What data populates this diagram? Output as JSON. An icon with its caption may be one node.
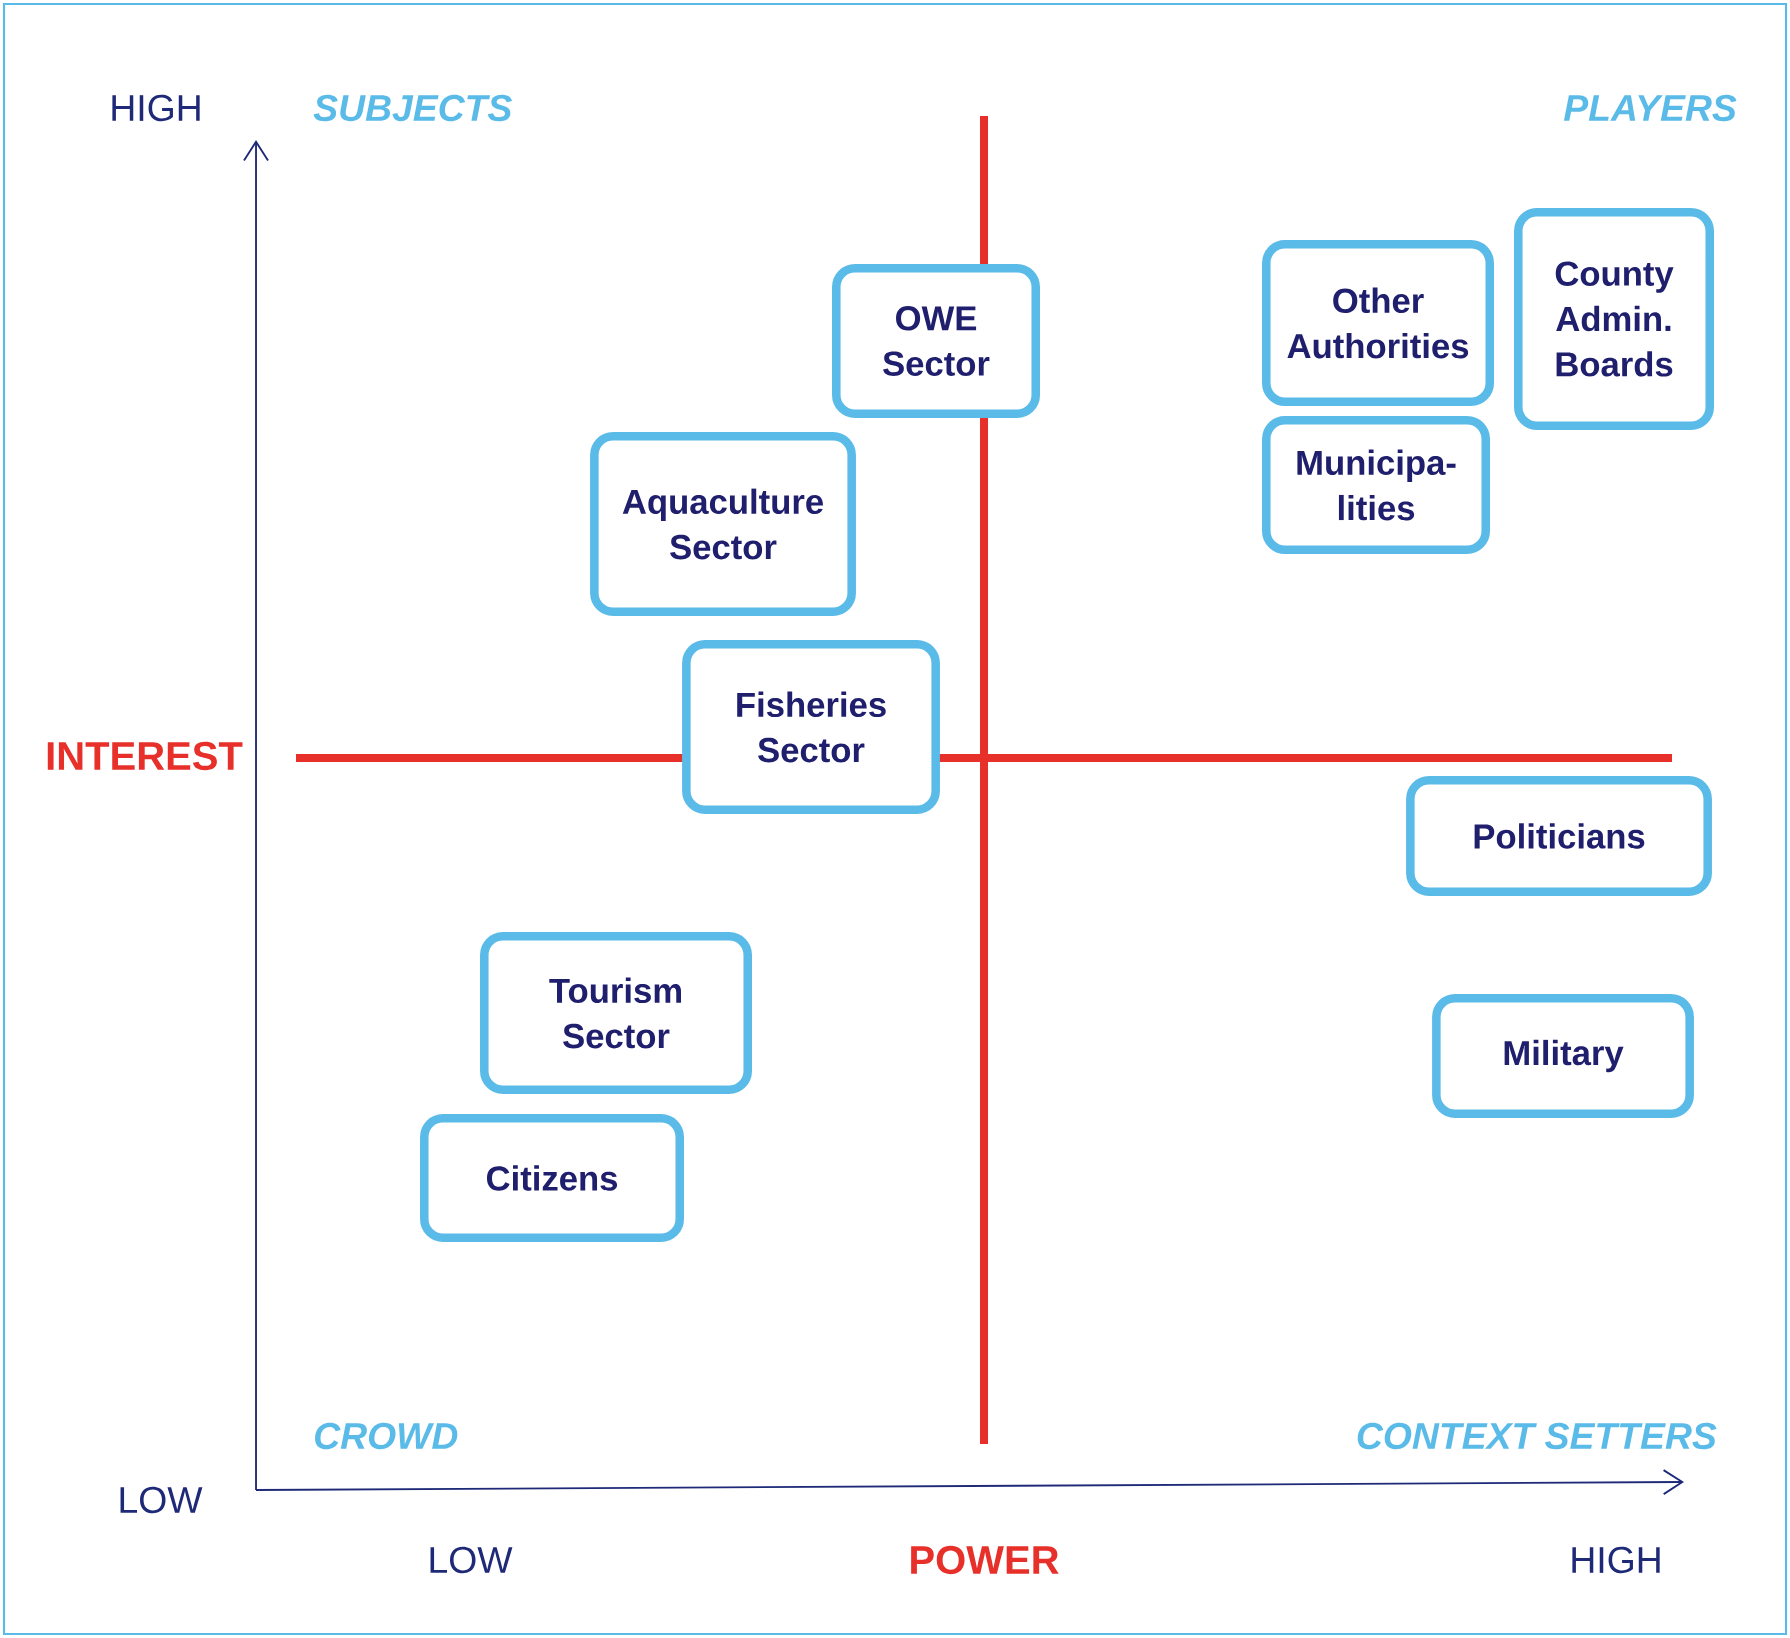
{
  "diagram": {
    "nodes": [
      {
        "text": [
          "OWE Sector"
        ]
      },
      {
        "text": [
          "Other Authorities"
        ]
      },
      {
        "text": [
          "County Admin. Boards"
        ]
      },
      {
        "text": [
          "Aquaculture Sector"
        ]
      },
      {
        "text": [
          "Municipa- lities"
        ]
      },
      {
        "text": [
          "Fisheries Sector"
        ]
      },
      {
        "text": [
          "Politicians"
        ]
      },
      {
        "text": [
          "Tourism Sector"
        ]
      },
      {
        "text": [
          "Military"
        ]
      },
      {
        "text": [
          "Citizens"
        ]
      }
    ],
    "labels": [
      "HIGH",
      "SUBJECTS",
      "PLAYERS",
      "INTEREST",
      "CROWD",
      "CONTEXT SETTERS",
      "LOW",
      "LOW",
      "POWER",
      "HIGH"
    ]
  }
}
